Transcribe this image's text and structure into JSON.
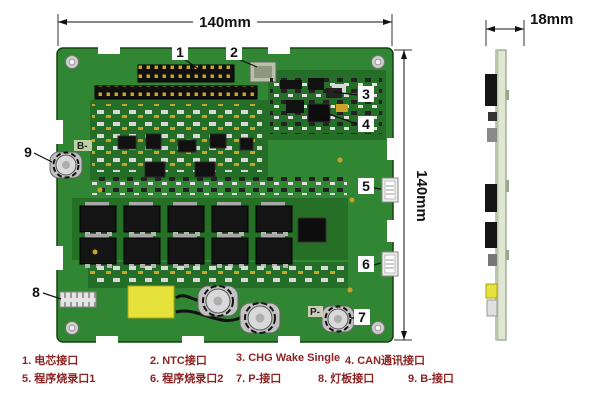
{
  "dimensions": {
    "width_label": "140mm",
    "height_label": "140mm",
    "thickness_label": "18mm"
  },
  "board_labels": {
    "b_minus": "B-",
    "p_minus": "P-"
  },
  "callouts": [
    "1",
    "2",
    "3",
    "4",
    "5",
    "6",
    "7",
    "8",
    "9"
  ],
  "legend": {
    "line1": [
      "1. 电芯接口",
      "2. NTC接口",
      "3. CHG Wake Single",
      "4. CAN通讯接口"
    ],
    "line2": [
      "5. 程序烧录口1",
      "6. 程序烧录口2",
      "7. P-接口",
      "8. 灯板接口",
      "9. B-接口"
    ]
  }
}
